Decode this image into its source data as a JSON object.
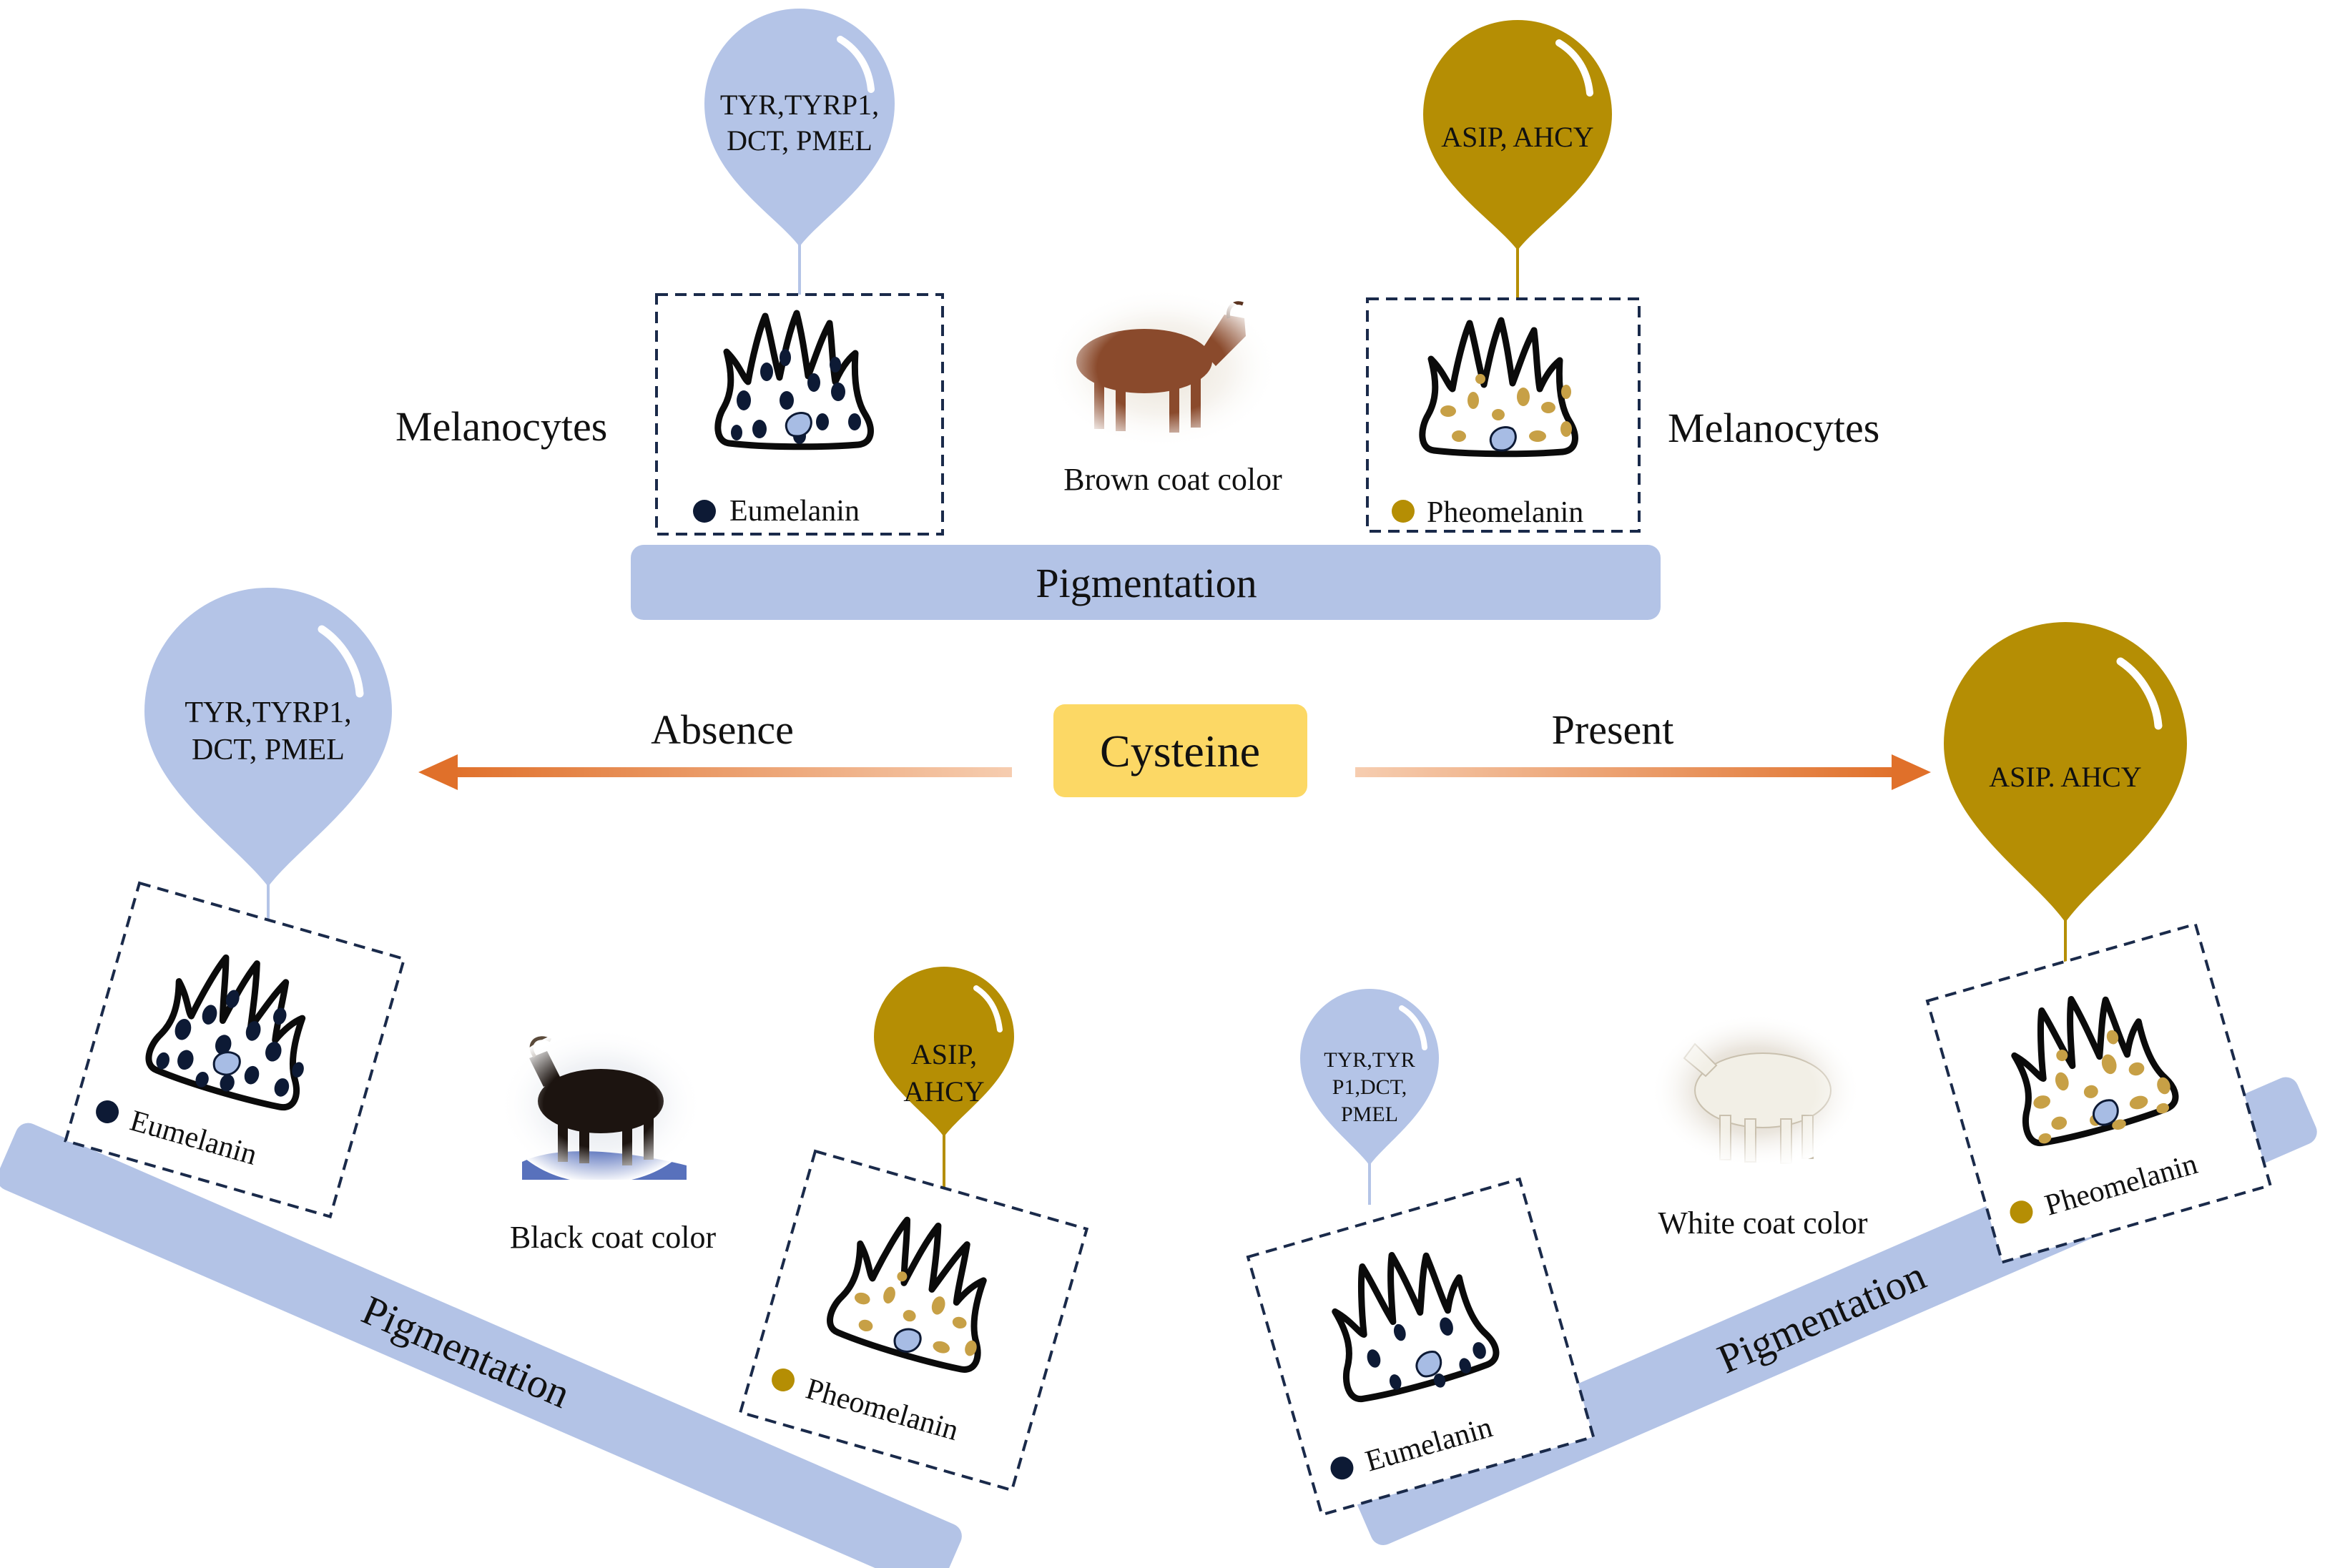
{
  "colors": {
    "blue_pin": "#b4c4e7",
    "gold_pin": "#b58e04",
    "bar": "#b3c3e6",
    "cysteine_box": "#fcd865",
    "arrow": "#e0702a",
    "cell_dark": "#0d1a35",
    "pheo_dot": "#c7a046",
    "nucleus": "#a7bce4"
  },
  "top": {
    "blue_genes": [
      "TYR,TYRP1,",
      "DCT, PMEL"
    ],
    "gold_genes": [
      "ASIP, AHCY"
    ],
    "left_label": "Melanocytes",
    "right_label": "Melanocytes",
    "eumelanin_legend": "Eumelanin",
    "pheomelanin_legend": "Pheomelanin",
    "coat_label": "Brown coat color",
    "goat_icon": "brown-goat-photo",
    "bar_label": "Pigmentation"
  },
  "middle": {
    "center_label": "Cysteine",
    "left_arrow_label": "Absence",
    "right_arrow_label": "Present"
  },
  "left": {
    "blue_genes": [
      "TYR,TYRP1,",
      "DCT, PMEL"
    ],
    "gold_genes": [
      "ASIP,",
      "AHCY"
    ],
    "eumelanin_legend": "Eumelanin",
    "pheomelanin_legend": "Pheomelanin",
    "coat_label": "Black coat color",
    "goat_icon": "black-goat-photo",
    "bar_label": "Pigmentation"
  },
  "right": {
    "blue_genes": [
      "TYR,TYR",
      "P1,DCT,",
      "PMEL"
    ],
    "gold_genes": [
      "ASIP. AHCY"
    ],
    "eumelanin_legend": "Eumelanin",
    "pheomelanin_legend": "Pheomelanin",
    "coat_label": "White coat color",
    "goat_icon": "white-goat-photo",
    "bar_label": "Pigmentation"
  }
}
